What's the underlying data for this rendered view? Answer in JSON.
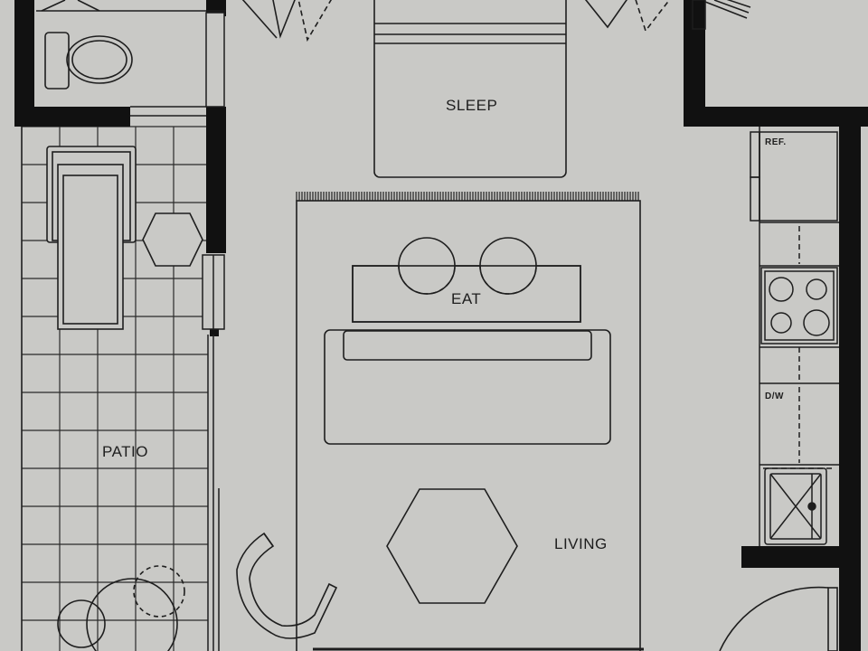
{
  "plan": {
    "rooms": {
      "sleep": "SLEEP",
      "eat": "EAT",
      "living": "LIVING",
      "patio": "PATIO"
    },
    "appliances": {
      "refrigerator": "REF.",
      "dishwasher": "D/W"
    }
  },
  "colors": {
    "paper": "#c9c9c6",
    "ink": "#1e1e1e",
    "wall": "#111111"
  }
}
